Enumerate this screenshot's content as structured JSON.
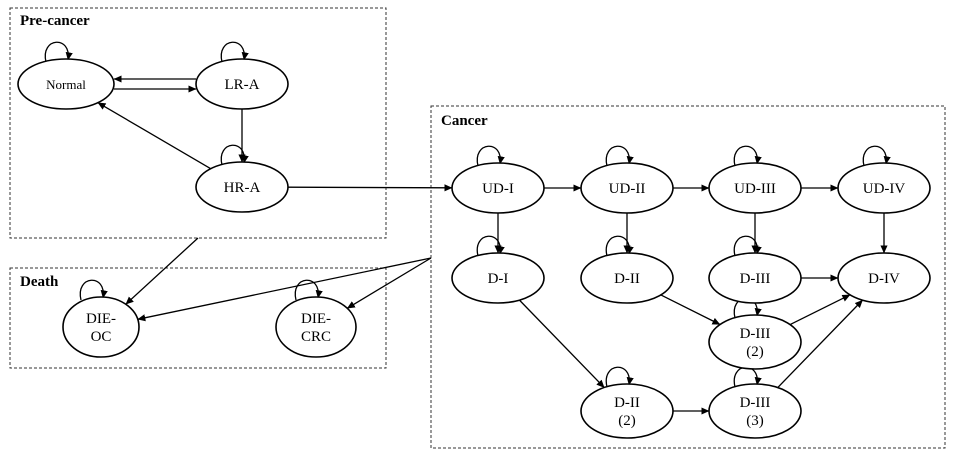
{
  "groups": {
    "precancer": {
      "label": "Pre-cancer"
    },
    "death": {
      "label": "Death"
    },
    "cancer": {
      "label": "Cancer"
    }
  },
  "nodes": {
    "normal": {
      "lines": [
        "Normal"
      ]
    },
    "lra": {
      "lines": [
        "LR-A"
      ]
    },
    "hra": {
      "lines": [
        "HR-A"
      ]
    },
    "dieoc": {
      "lines": [
        "DIE-",
        "OC"
      ]
    },
    "diecrc": {
      "lines": [
        "DIE-",
        "CRC"
      ]
    },
    "ud1": {
      "lines": [
        "UD-I"
      ]
    },
    "ud2": {
      "lines": [
        "UD-II"
      ]
    },
    "ud3": {
      "lines": [
        "UD-III"
      ]
    },
    "ud4": {
      "lines": [
        "UD-IV"
      ]
    },
    "d1": {
      "lines": [
        "D-I"
      ]
    },
    "d2": {
      "lines": [
        "D-II"
      ]
    },
    "d3": {
      "lines": [
        "D-III"
      ]
    },
    "d4": {
      "lines": [
        "D-IV"
      ]
    },
    "d3b": {
      "lines": [
        "D-III",
        "(2)"
      ]
    },
    "d2b": {
      "lines": [
        "D-II",
        "(2)"
      ]
    },
    "d3c": {
      "lines": [
        "D-III",
        "(3)"
      ]
    }
  },
  "edges": [
    [
      "normal",
      "lra"
    ],
    [
      "lra",
      "normal"
    ],
    [
      "lra",
      "hra"
    ],
    [
      "hra",
      "normal"
    ],
    [
      "hra",
      "ud1"
    ],
    [
      "precancer",
      "dieoc"
    ],
    [
      "cancer",
      "dieoc"
    ],
    [
      "cancer",
      "diecrc"
    ],
    [
      "ud1",
      "ud2"
    ],
    [
      "ud2",
      "ud3"
    ],
    [
      "ud3",
      "ud4"
    ],
    [
      "ud1",
      "d1"
    ],
    [
      "ud2",
      "d2"
    ],
    [
      "ud3",
      "d3"
    ],
    [
      "ud4",
      "d4"
    ],
    [
      "d3",
      "d4"
    ],
    [
      "d2",
      "d3b"
    ],
    [
      "d3b",
      "d4"
    ],
    [
      "d1",
      "d2b"
    ],
    [
      "d2b",
      "d3c"
    ],
    [
      "d3c",
      "d4"
    ]
  ],
  "self_loops": [
    "normal",
    "lra",
    "hra",
    "dieoc",
    "diecrc",
    "ud1",
    "ud2",
    "ud3",
    "ud4",
    "d1",
    "d2",
    "d3",
    "d3b",
    "d2b",
    "d3c"
  ]
}
